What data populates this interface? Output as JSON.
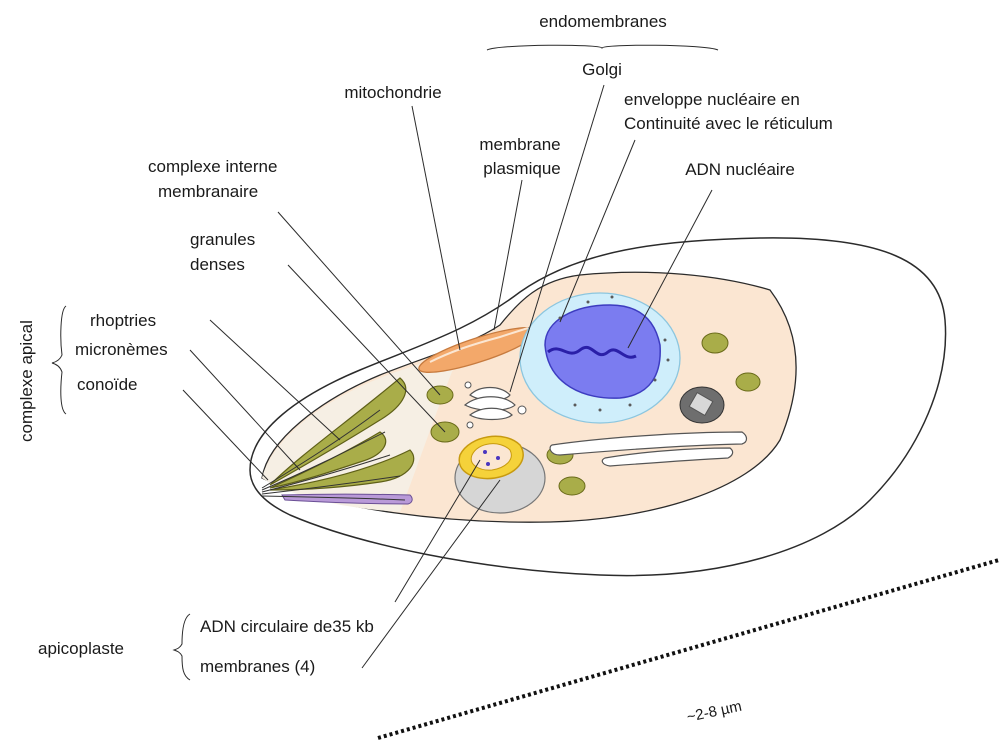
{
  "labels": {
    "endomembranes": "endomembranes",
    "golgi": "Golgi",
    "mitochondrie": "mitochondrie",
    "enveloppe_line1": "enveloppe nucléaire en",
    "enveloppe_line2": "Continuité avec le réticulum",
    "membrane_line1": "membrane",
    "membrane_line2": "plasmique",
    "adn_nucleaire": "ADN nucléaire",
    "complexe_interne_line1": "complexe interne",
    "complexe_interne_line2": "membranaire",
    "granules_line1": "granules",
    "granules_line2": "denses",
    "complexe_apical": "complexe apical",
    "rhoptries": "rhoptries",
    "micronemes": "micronèmes",
    "conoide": "conoïde",
    "apicoplaste": "apicoplaste",
    "adn_circulaire": "ADN circulaire de35 kb",
    "membranes_4": "membranes (4)",
    "scale": "~2-8 µm"
  },
  "colors": {
    "outline": "#2b2b2b",
    "cytoplasm": "#fbe6d2",
    "inner_wedge": "#f6efe4",
    "nucleus_envelope": "#cfeefb",
    "nucleus": "#7b7cf0",
    "dna": "#2a1fa8",
    "organelle_green": "#a9ad49",
    "granule": "#7a7a0f",
    "mitochondria": "#f3a86a",
    "apicoplast": "#f5d23a",
    "microneme_purple": "#b99ad8"
  }
}
